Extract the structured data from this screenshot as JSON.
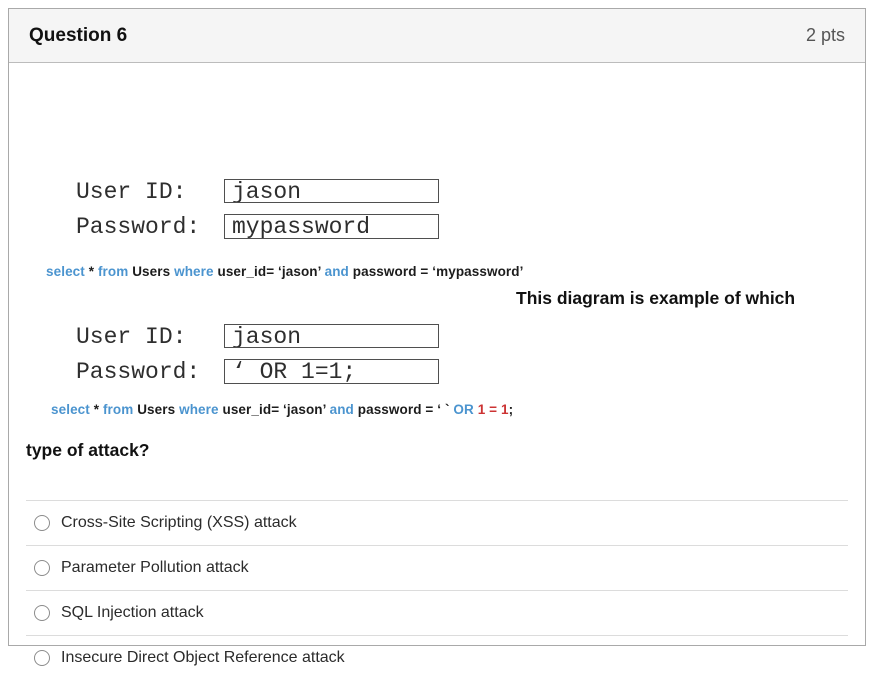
{
  "header": {
    "title": "Question 6",
    "points": "2 pts"
  },
  "diagram": {
    "form1": {
      "user_label": "User ID:",
      "user_value": "jason",
      "pass_label": "Password:",
      "pass_value": "mypassword"
    },
    "sql1_tokens": [
      {
        "t": "select ",
        "c": "kw"
      },
      {
        "t": "* ",
        "c": "text"
      },
      {
        "t": "from ",
        "c": "kw"
      },
      {
        "t": "Users ",
        "c": "text"
      },
      {
        "t": "where ",
        "c": "kw"
      },
      {
        "t": "user_id= ‘jason’ ",
        "c": "text"
      },
      {
        "t": "and ",
        "c": "kw"
      },
      {
        "t": "password = ‘mypassword’",
        "c": "text"
      }
    ],
    "form2": {
      "user_label": "User ID:",
      "user_value": "jason",
      "pass_label": "Password:",
      "pass_value": "‘ OR 1=1;"
    },
    "sql2_tokens": [
      {
        "t": "select ",
        "c": "kw"
      },
      {
        "t": "* ",
        "c": "text"
      },
      {
        "t": "from ",
        "c": "kw"
      },
      {
        "t": "Users ",
        "c": "text"
      },
      {
        "t": "where ",
        "c": "kw"
      },
      {
        "t": "user_id= ‘jason’ ",
        "c": "text"
      },
      {
        "t": "and ",
        "c": "kw"
      },
      {
        "t": "password = ‘ ` ",
        "c": "text"
      },
      {
        "t": "OR ",
        "c": "kw"
      },
      {
        "t": "1 = 1",
        "c": "red"
      },
      {
        "t": ";",
        "c": "text"
      }
    ]
  },
  "question": {
    "line1": "This diagram is example of which",
    "line2": "type of attack?"
  },
  "answers": [
    {
      "label": "Cross-Site Scripting (XSS) attack"
    },
    {
      "label": "Parameter Pollution attack"
    },
    {
      "label": "SQL Injection attack"
    },
    {
      "label": "Insecure Direct Object Reference attack"
    }
  ],
  "colors": {
    "sql_keyword": "#4b94cf",
    "sql_literal_error": "#cc3333",
    "header_background": "#f5f5f5",
    "card_border": "#a9a9a9"
  }
}
